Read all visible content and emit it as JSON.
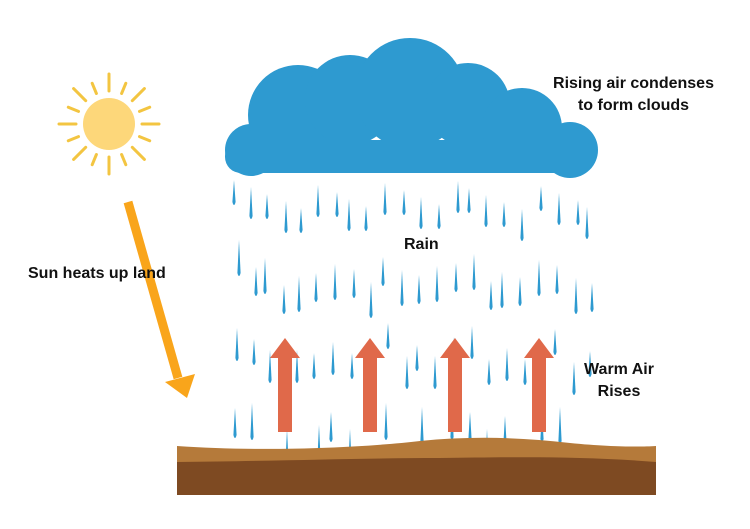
{
  "labels": {
    "clouds": "Rising air condenses to form clouds",
    "rain": "Rain",
    "sun": "Sun heats up land",
    "warm_air": "Warm Air Rises"
  },
  "colors": {
    "sun": "#FDD77A",
    "sun_rays": "#F3C541",
    "sun_arrow": "#F9A51B",
    "cloud": "#2E9AD0",
    "rain_drop": "#2E9AD0",
    "warm_arrow": "#E0694A",
    "ground_top": "#B57A3A",
    "ground_bottom": "#7E4A22"
  },
  "icons": {
    "sun": "sun-icon",
    "cloud": "cloud-icon",
    "rain": "raindrop-icon",
    "arrow": "arrow-up-icon",
    "ground": "ground-layer"
  }
}
